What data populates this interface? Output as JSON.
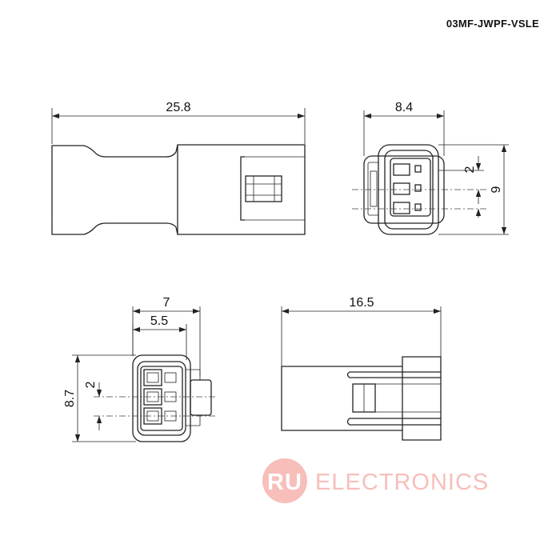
{
  "part_number": "03MF-JWPF-VSLE",
  "dimensions": {
    "side_length": "25.8",
    "front_width": "8.4",
    "front_pitch": "2",
    "front_height": "9",
    "rear_outer_width": "7",
    "rear_inner_width": "5.5",
    "rear_pitch": "2",
    "rear_height": "8.7",
    "top_length": "16.5"
  },
  "watermark": {
    "badge": "RU",
    "text": "ELECTRONICS",
    "color": "#f6b3ae"
  }
}
